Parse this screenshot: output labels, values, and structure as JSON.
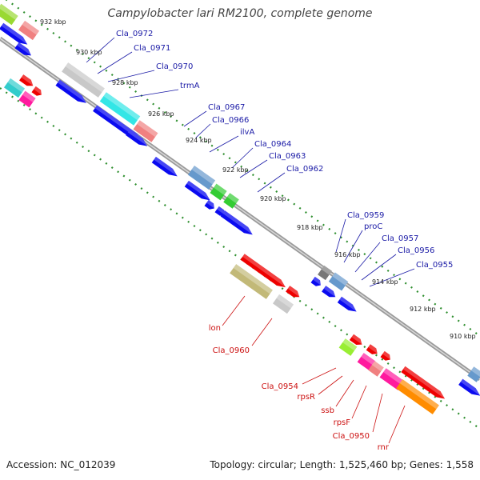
{
  "title": "Campylobacter lari RM2100, complete genome",
  "footer": {
    "accession": "Accession: NC_012039",
    "info": "Topology: circular; Length: 1,525,460 bp; Genes: 1,558"
  },
  "colors": {
    "backbone": "#8a8a8a",
    "tick_dots": "#2f8f2f",
    "forward_arrow": "#0a0af0",
    "reverse_arrow": "#ee0000",
    "forward_label": "#1a1aa6",
    "reverse_label": "#cc1111"
  },
  "tick_labels": [
    "932 kbp",
    "930 kbp",
    "928 kbp",
    "926 kbp",
    "924 kbp",
    "922 kbp",
    "920 kbp",
    "918 kbp",
    "916 kbp",
    "914 kbp",
    "912 kbp",
    "910 kbp"
  ],
  "forward_labels": [
    "Cla_0972",
    "Cla_0971",
    "Cla_0970",
    "trmA",
    "Cla_0967",
    "Cla_0966",
    "ilvA",
    "Cla_0964",
    "Cla_0963",
    "Cla_0962",
    "Cla_0959",
    "proC",
    "Cla_0957",
    "Cla_0956",
    "Cla_0955"
  ],
  "reverse_labels": [
    "lon",
    "Cla_0960",
    "Cla_0954",
    "rpsR",
    "ssb",
    "rpsF",
    "Cla_0950",
    "rnr"
  ]
}
